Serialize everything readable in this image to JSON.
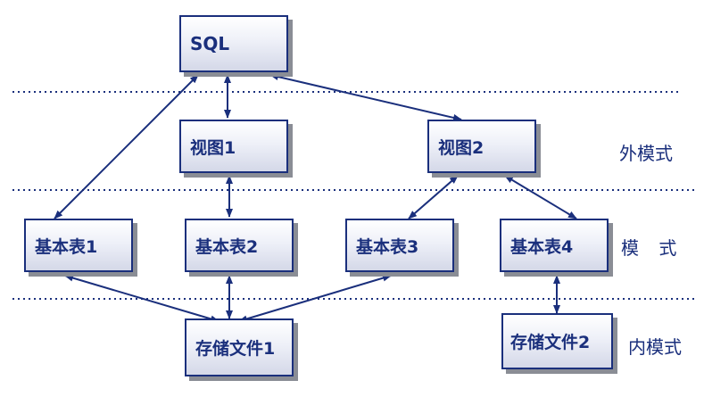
{
  "nodes": {
    "sql": "SQL",
    "view1": "视图1",
    "view2": "视图2",
    "table1": "基本表1",
    "table2": "基本表2",
    "table3": "基本表3",
    "table4": "基本表4",
    "file1": "存储文件1",
    "file2": "存储文件2"
  },
  "layers": {
    "external": "外模式",
    "conceptual": "模 式",
    "internal": "内模式"
  },
  "colors": {
    "stroke": "#1a2f7c",
    "divider": "#1a2f7c"
  }
}
